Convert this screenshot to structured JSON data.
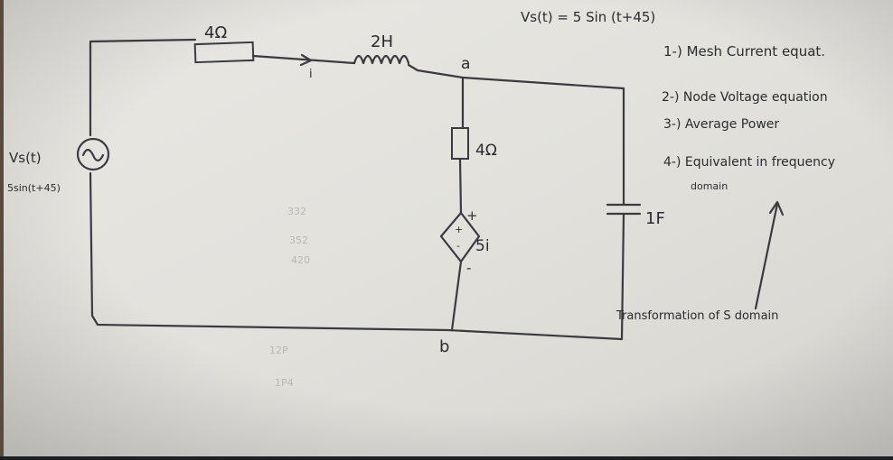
{
  "diagram": {
    "header_equation": "Vs(t) = 5 Sin (t+45)",
    "components": {
      "resistor_top": "4Ω",
      "inductor": "2H",
      "current_label": "i",
      "node_a": "a",
      "node_b": "b",
      "resistor_mid": "4Ω",
      "dependent_source": "5i",
      "dep_plus": "+",
      "dep_minus": "-",
      "dep_inner_plus": "+",
      "dep_inner_minus": "-",
      "capacitor": "1F",
      "source_name": "Vs(t)",
      "source_expr": "5sin(t+45)"
    },
    "tasks": [
      "1-) Mesh Current equat.",
      "2-) Node Voltage equation",
      "3-) Average Power",
      "4-) Equivalent in frequency"
    ],
    "task4_cont": "domain",
    "transformation_note": "Transformation of S domain",
    "scribbles": [
      "332",
      "352",
      "420",
      "12P",
      "1P4"
    ]
  },
  "colors": {
    "paper": "#e4e3de",
    "ink": "#2b2c30",
    "wire": "#3a3b40"
  }
}
